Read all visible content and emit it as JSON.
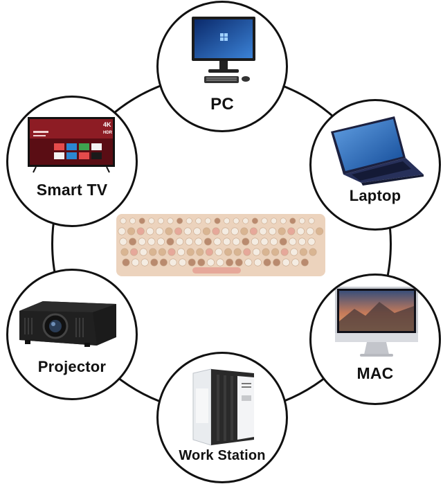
{
  "devices": {
    "pc": {
      "label": "PC",
      "icon": "desktop-pc-icon"
    },
    "laptop": {
      "label": "Laptop",
      "icon": "laptop-icon"
    },
    "smart_tv": {
      "label": "Smart TV",
      "icon": "smart-tv-icon",
      "badges": [
        "4K",
        "HDR"
      ]
    },
    "mac": {
      "label": "MAC",
      "icon": "imac-icon"
    },
    "projector": {
      "label": "Projector",
      "icon": "projector-icon"
    },
    "work_station": {
      "label": "Work Station",
      "icon": "workstation-tower-icon"
    }
  },
  "center": {
    "icon": "retro-keyboard-icon"
  },
  "colors": {
    "ring": "#111111",
    "keyboard_base": "#ecd3bd",
    "key_cream": "#f4ece2",
    "key_pink": "#e6a89a",
    "key_brown": "#b98a6e",
    "key_tan": "#d9b592"
  }
}
